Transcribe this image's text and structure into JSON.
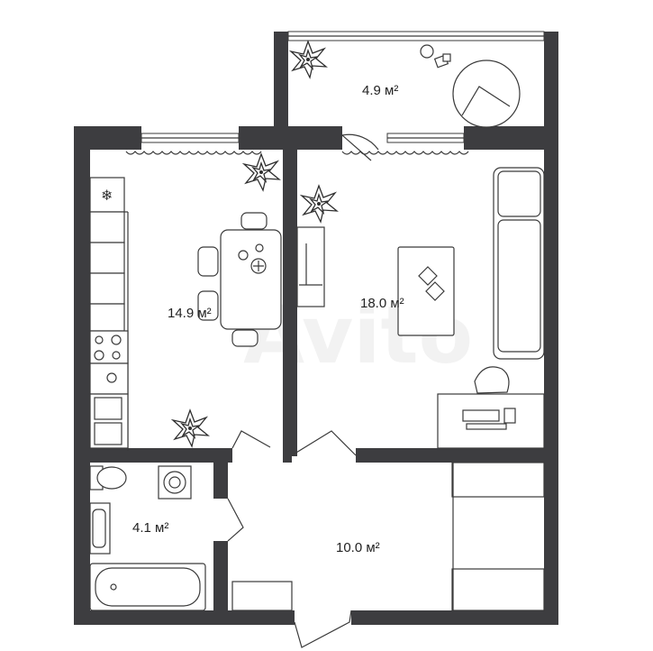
{
  "rooms": {
    "balcony": {
      "area": "4.9 м²"
    },
    "kitchen": {
      "area": "14.9 м²"
    },
    "living": {
      "area": "18.0 м²"
    },
    "bathroom": {
      "area": "4.1 м²"
    },
    "hall": {
      "area": "10.0 м²"
    }
  },
  "watermark": {
    "text": "Avito"
  },
  "colors": {
    "walls": "#3d3d40",
    "fixtures": "#3a3a3a",
    "background": "#ffffff"
  }
}
